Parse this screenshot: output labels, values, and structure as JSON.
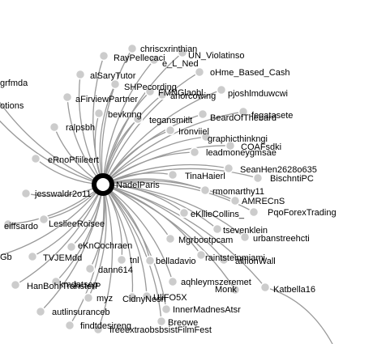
{
  "graph": {
    "hub": {
      "label": "NadelParis"
    },
    "nodes": [
      {
        "label": "chriscxrinthian"
      },
      {
        "label": "UN_Violatinso"
      },
      {
        "label": "RayPellecaci"
      },
      {
        "label": "e_L_Ned"
      },
      {
        "label": "oHme_Based_Cash"
      },
      {
        "label": "alSaryTutor"
      },
      {
        "label": "grfmda"
      },
      {
        "label": "SHPecording"
      },
      {
        "label": "FMNGlaobl"
      },
      {
        "label": "aFirviewPartner"
      },
      {
        "label": "anorcowing"
      },
      {
        "label": "pjoshlmduwcwi"
      },
      {
        "label": "otions"
      },
      {
        "label": "bevknng"
      },
      {
        "label": "tegansmitlt"
      },
      {
        "label": "BeardOfThebard"
      },
      {
        "label": "ralpsbh"
      },
      {
        "label": "fegatasete"
      },
      {
        "label": "Ironviiel"
      },
      {
        "label": "graphicthinkngi"
      },
      {
        "label": "COAFsdki"
      },
      {
        "label": "eRnoPfiileert"
      },
      {
        "label": "leadmoneygmsae"
      },
      {
        "label": "SeanHen2628o635"
      },
      {
        "label": "TinaHaierl"
      },
      {
        "label": "BischntiPC"
      },
      {
        "label": "jesswaldr2o11"
      },
      {
        "label": "rmomarthy11"
      },
      {
        "label": "AMRECnS"
      },
      {
        "label": "eKllieCollins_"
      },
      {
        "label": "PqoForexTrading"
      },
      {
        "label": "eiffsardo"
      },
      {
        "label": "LeslieeRoisee"
      },
      {
        "label": "tsevenklein"
      },
      {
        "label": "Mgrbootpcam"
      },
      {
        "label": "urbanstreehcti"
      },
      {
        "label": "eKnCochraen"
      },
      {
        "label": "Gb"
      },
      {
        "label": "TVJEMdd"
      },
      {
        "label": "raintsteinmiami"
      },
      {
        "label": "ailfionWall"
      },
      {
        "label": "tnl"
      },
      {
        "label": "belladavio"
      },
      {
        "label": "dann614"
      },
      {
        "label": "HanBohrTrahsterP"
      },
      {
        "label": "kmdatsep"
      },
      {
        "label": "aqhleymszeremet"
      },
      {
        "label": "Monk"
      },
      {
        "label": "Katbella16"
      },
      {
        "label": "myz"
      },
      {
        "label": "CidnyNesn"
      },
      {
        "label": "UliFO5X"
      },
      {
        "label": "autlinsuranceb"
      },
      {
        "label": "InnerMadnesAtsr"
      },
      {
        "label": "findtdesireng"
      },
      {
        "label": "Breowe"
      },
      {
        "label": "freeextraobsbsistFilmFest"
      }
    ]
  }
}
